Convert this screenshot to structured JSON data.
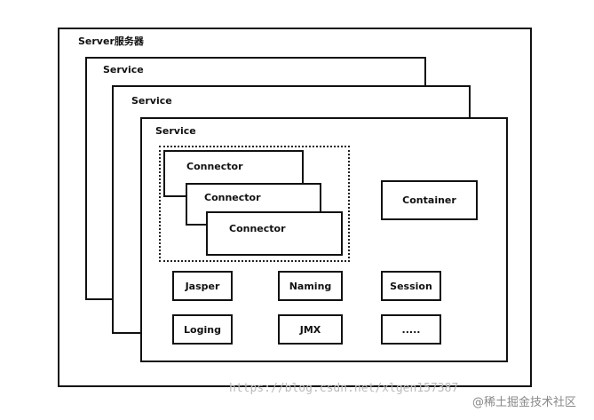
{
  "server": {
    "label": "Server服务器"
  },
  "services": [
    "Service",
    "Service",
    "Service"
  ],
  "connectors": [
    "Connector",
    "Connector",
    "Connector"
  ],
  "container": "Container",
  "components": [
    "Jasper",
    "Naming",
    "Session",
    "Loging",
    "JMX",
    "....."
  ],
  "watermark": {
    "url": "https://blog.csdn.net/xlgen157387",
    "community": "@稀土掘金技术社区"
  }
}
